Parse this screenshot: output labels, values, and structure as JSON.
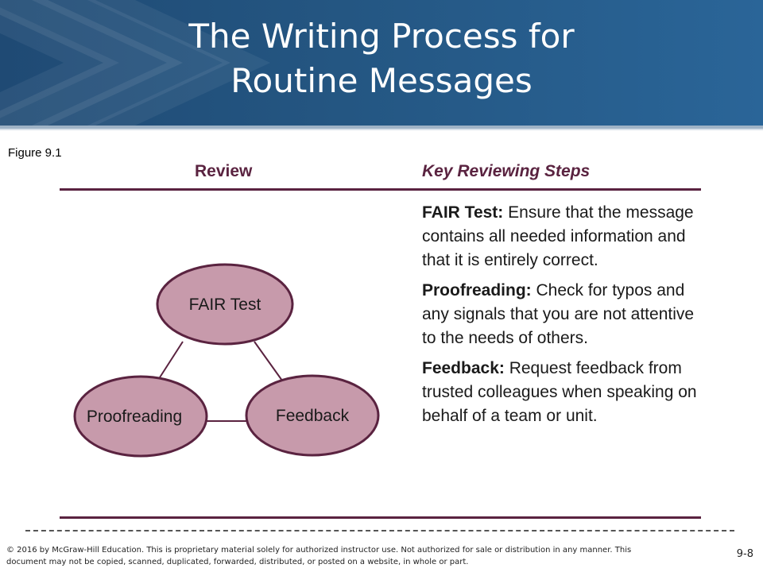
{
  "slide": {
    "title_line1": "The Writing Process for",
    "title_line2": "Routine Messages",
    "figure_label": "Figure 9.1",
    "column_review": "Review",
    "column_steps": "Key Reviewing Steps",
    "page_number": "9-8",
    "footer": "© 2016 by McGraw-Hill Education. This is proprietary material solely for authorized instructor use. Not authorized for sale or distribution in any manner. This document may not be copied, scanned, duplicated, forwarded, distributed, or posted on a website, in whole or part.",
    "colors": {
      "header": "#245682",
      "accent": "#5a2340",
      "node_fill": "#c79aab"
    }
  },
  "diagram": {
    "nodes": [
      "FAIR Test",
      "Proofreading",
      "Feedback"
    ]
  },
  "steps": [
    {
      "term": "FAIR Test:",
      "text": " Ensure that the message contains all needed information and that it is entirely correct."
    },
    {
      "term": "Proofreading:",
      "text": " Check for typos and any signals that you are not attentive to the needs of others."
    },
    {
      "term": "Feedback:",
      "text": " Request feedback from trusted colleagues when speaking on behalf of a team or unit."
    }
  ]
}
